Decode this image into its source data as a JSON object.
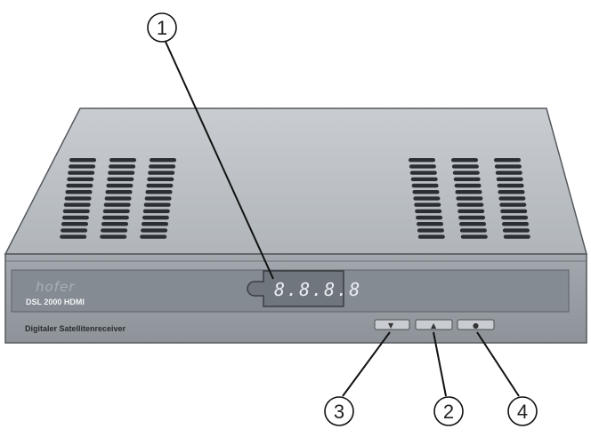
{
  "device": {
    "brand_logo_text": "hofer",
    "model": "DSL 2000 HDMI",
    "description": "Digitaler Satellitenreceiver",
    "display_digits": "8.8.8.8",
    "colors": {
      "lid": "#bdc2c6",
      "front": "#8f959b",
      "panel": "#828990",
      "vents": "#2b2f33"
    }
  },
  "buttons": [
    {
      "glyph": "▼",
      "icon": "arrow-down-icon"
    },
    {
      "glyph": "▲",
      "icon": "arrow-up-icon"
    },
    {
      "glyph": "●",
      "icon": "power-dot-icon"
    }
  ],
  "callouts": [
    {
      "number": "1",
      "target": "display"
    },
    {
      "number": "3",
      "target": "down-button"
    },
    {
      "number": "2",
      "target": "up-button"
    },
    {
      "number": "4",
      "target": "standby-button"
    }
  ]
}
